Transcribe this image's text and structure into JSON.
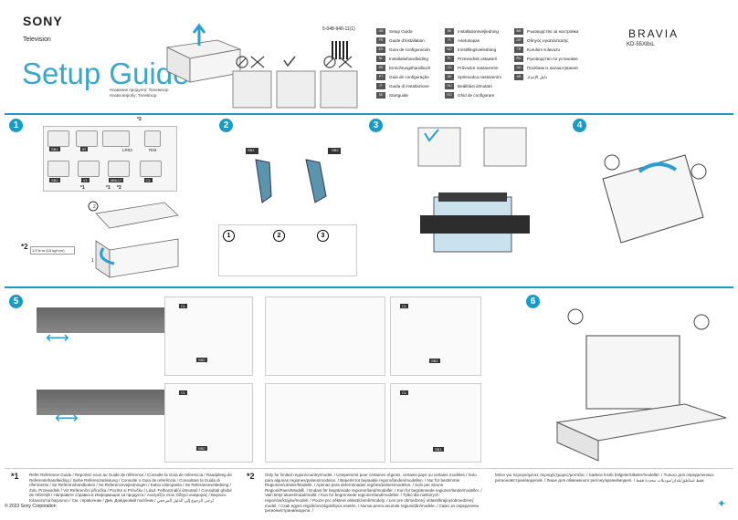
{
  "header": {
    "brand": "SONY",
    "product_type": "Television",
    "title": "Setup Guide",
    "title_local": [
      "Название продукта: Телевизор",
      "Назва виробу: Телевізор"
    ],
    "doc_number": "5-048-940-11(1)",
    "bravia": "BRAVIA",
    "model": "KD-55X8xL"
  },
  "languages_col1": [
    {
      "code": "GB",
      "label": "Setup Guide"
    },
    {
      "code": "FR",
      "label": "Guide d'installation"
    },
    {
      "code": "ES",
      "label": "Guía de configuración"
    },
    {
      "code": "NL",
      "label": "Installatiehandleiding"
    },
    {
      "code": "DE",
      "label": "Einrichtungshandbuch"
    },
    {
      "code": "PT",
      "label": "Guia de configuração"
    },
    {
      "code": "IT",
      "label": "Guida di installazione"
    },
    {
      "code": "SE",
      "label": "Startguide"
    }
  ],
  "languages_col2": [
    {
      "code": "DK",
      "label": "Installationsvejledning"
    },
    {
      "code": "FI",
      "label": "Asetusopas"
    },
    {
      "code": "NO",
      "label": "Innstillingsveiledning"
    },
    {
      "code": "PL",
      "label": "Przewodnik ustawień"
    },
    {
      "code": "CZ",
      "label": "Průvodce nastavením"
    },
    {
      "code": "SK",
      "label": "Sprievodca nastavením"
    },
    {
      "code": "HU",
      "label": "Beállítási útmutató"
    },
    {
      "code": "RO",
      "label": "Ghid de configurare"
    }
  ],
  "languages_col3": [
    {
      "code": "BG",
      "label": "Ръководство за настройка"
    },
    {
      "code": "GR",
      "label": "Οδηγός εγκατάστασης"
    },
    {
      "code": "TR",
      "label": "Kurulum Kılavuzu"
    },
    {
      "code": "RU",
      "label": "Руководство по установке"
    },
    {
      "code": "UA",
      "label": "Посібник із налаштування"
    },
    {
      "code": "AR",
      "label": "دليل الإعداد"
    }
  ],
  "steps": [
    "1",
    "2",
    "3",
    "4",
    "5",
    "6"
  ],
  "parts": {
    "sb1": "SB1",
    "sb2": "SB2",
    "ir": "IR",
    "lr03": "LR03",
    "r03": "R03",
    "v1": "V1",
    "m6l17": "M6L17",
    "cl": "CL",
    "star2": "*2",
    "star1": "*1",
    "torque": "1.5 N·m (15 kgf·cm)"
  },
  "substeps": [
    "1",
    "2",
    "3"
  ],
  "footer": {
    "note1_mark": "*1",
    "note1": "Refer Reference Guide / Reportez-vous au Guide de référence / Consulte la Guía de referencia / Raadpleeg de Referentiehandleiding / Siehe Referenzanleitung / Consulte o Guia de referência / Consultare la Guida di riferimento / Se Referenshandboken / Se Referencevejledningen / Katso viiteopasta / Se Referanseveiledning / Zob. Przewodnik / Viz Referenční příručka / Pozrite si Príručku / Lásd: Felhasználói útmutató / Consultați ghidul de referință / Направете справка в Информация за продукта / Ανατρέξτε στον Οδηγό αναφοράς / Başvuru Kılavuzu'na başvurun / См. справочник / Див. Довідковий посібник / يُرجى الرجوع إلى الدليل المرجعي",
    "note2_mark": "*2",
    "note2": "Only for limited region/country/model. / Uniquement pour certaines régions, certains pays ou certains modèles / Solo para algunas regiones/países/modelos. / Beperkt tot bepaalde regio's/landen/modellen. / Nur für bestimmte Regionen/Länder/Modelle. / Apenas para determinadas regiões/países/modelos. / Solo per alcune Regioni/Paesi/Modelli. / Endast för begränsade regioner/land/modeller. / Kun for begrænsede regioner/lande/modeller. / Vain tietyt alueet/maat/mallit. / Kun for begrensede regioner/land/modeller. / Tylko dla niektórych regionów/krajów/modeli. / Pouze pro některé oblasti/země/modely. / Len pre obmedzený oblasti/krajiny/obmedzený model. / Csak egyes régiók/országok/típus esetén. / Numai pentu anumite regiuni/țări/modele. / Само за определени региони/страни/модели. /",
    "note3": "Μόνο για περιορισμένες περιοχές/χώρες/μοντέλα. / Sadece kısıtlı bölgeler/ülkeler/modeller. / Только для определенных регионов/стран/моделей. / Лише для обмеженого регіону/країни/моделі. / فقط لمناطق/بلدان/موديلات محددة فقط",
    "copyright": "© 2023 Sony Corporation"
  }
}
